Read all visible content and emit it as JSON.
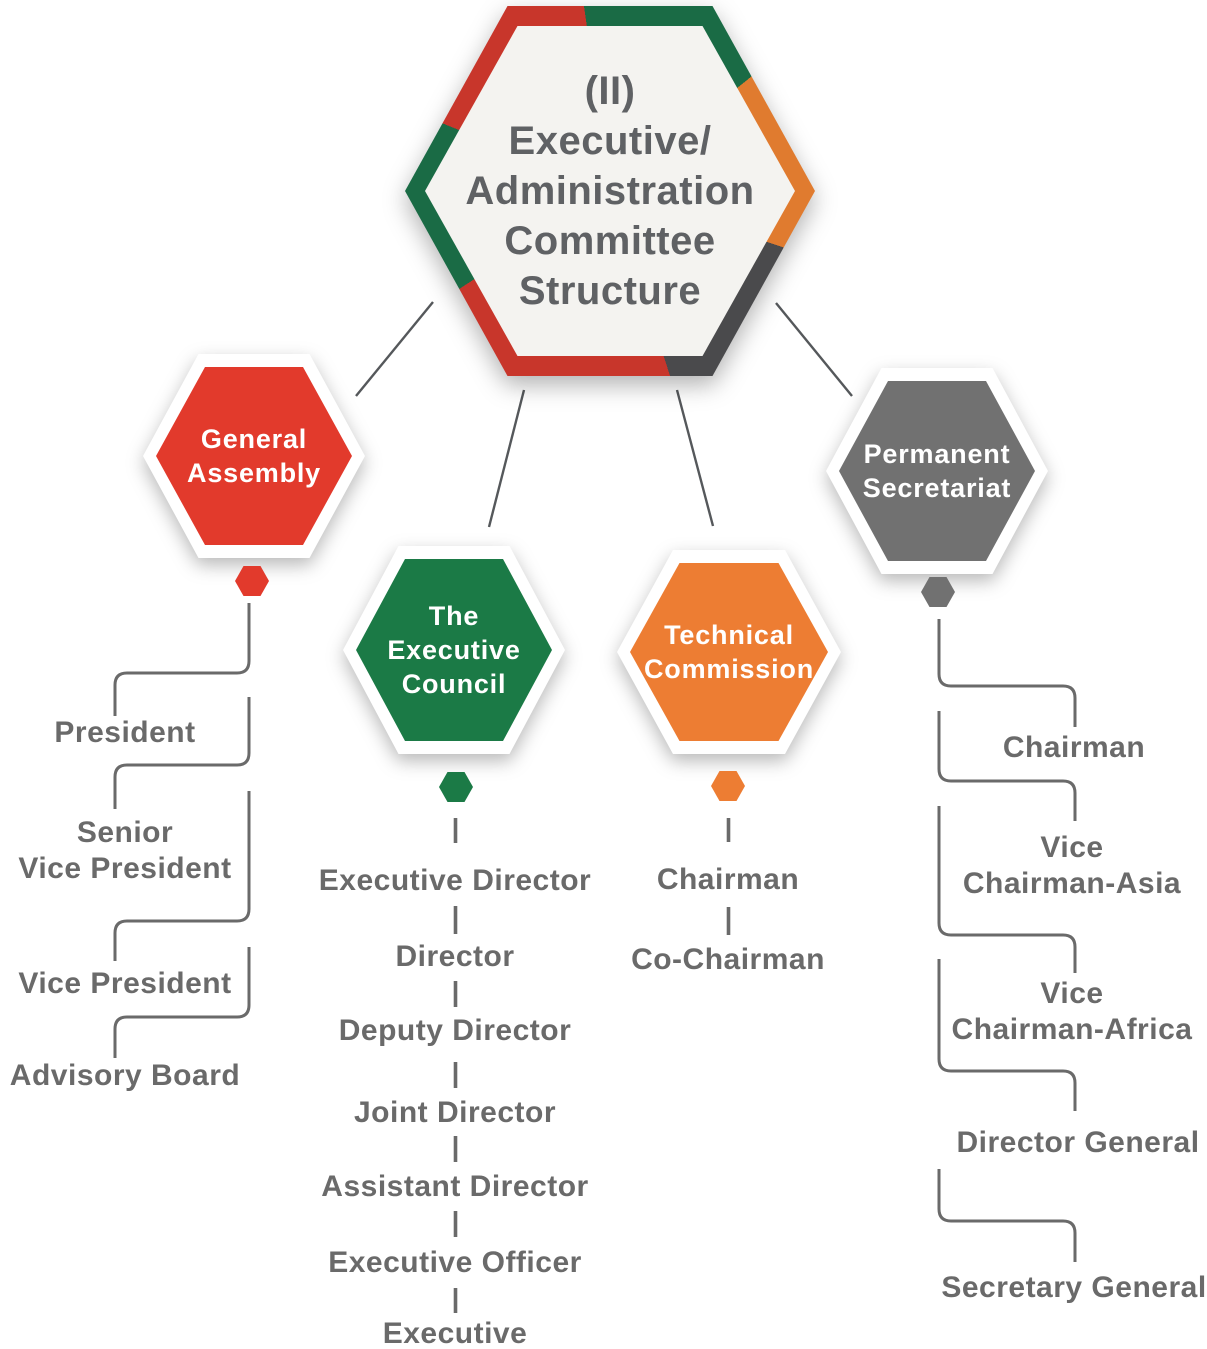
{
  "colors": {
    "red": "#e23a2c",
    "green": "#1b7a46",
    "orange": "#ed7d33",
    "gray": "#717171",
    "border-red": "#c8362b",
    "border-green": "#1a6b45",
    "border-orange": "#e07b2f",
    "border-dark": "#4a4a4c",
    "hex-fill": "#f4f3f0",
    "title-text": "#5f6164",
    "list-text": "#6a6a6a",
    "wire": "#6a6a6a",
    "thin-line": "#55585b"
  },
  "title": {
    "lines": [
      "(II)",
      "Executive/",
      "Administration",
      "Committee",
      "Structure"
    ]
  },
  "nodes": {
    "general_assembly": {
      "label_lines": [
        "General",
        "Assembly"
      ]
    },
    "executive_council": {
      "label_lines": [
        "The",
        "Executive",
        "Council"
      ]
    },
    "technical_commission": {
      "label_lines": [
        "Technical",
        "Commission"
      ]
    },
    "permanent_secretariat": {
      "label_lines": [
        "Permanent",
        "Secretariat"
      ]
    }
  },
  "lists": {
    "general_assembly": [
      [
        "President"
      ],
      [
        "Senior",
        "Vice President"
      ],
      [
        "Vice President"
      ],
      [
        "Advisory Board"
      ]
    ],
    "executive_council": [
      [
        "Executive Director"
      ],
      [
        "Director"
      ],
      [
        "Deputy Director"
      ],
      [
        "Joint Director"
      ],
      [
        "Assistant Director"
      ],
      [
        "Executive Officer"
      ],
      [
        "Executive"
      ]
    ],
    "technical_commission": [
      [
        "Chairman"
      ],
      [
        "Co-Chairman"
      ]
    ],
    "permanent_secretariat": [
      [
        "Chairman"
      ],
      [
        "Vice",
        "Chairman-Asia"
      ],
      [
        "Vice",
        "Chairman-Africa"
      ],
      [
        "Director General"
      ],
      [
        "Secretary General"
      ]
    ]
  }
}
